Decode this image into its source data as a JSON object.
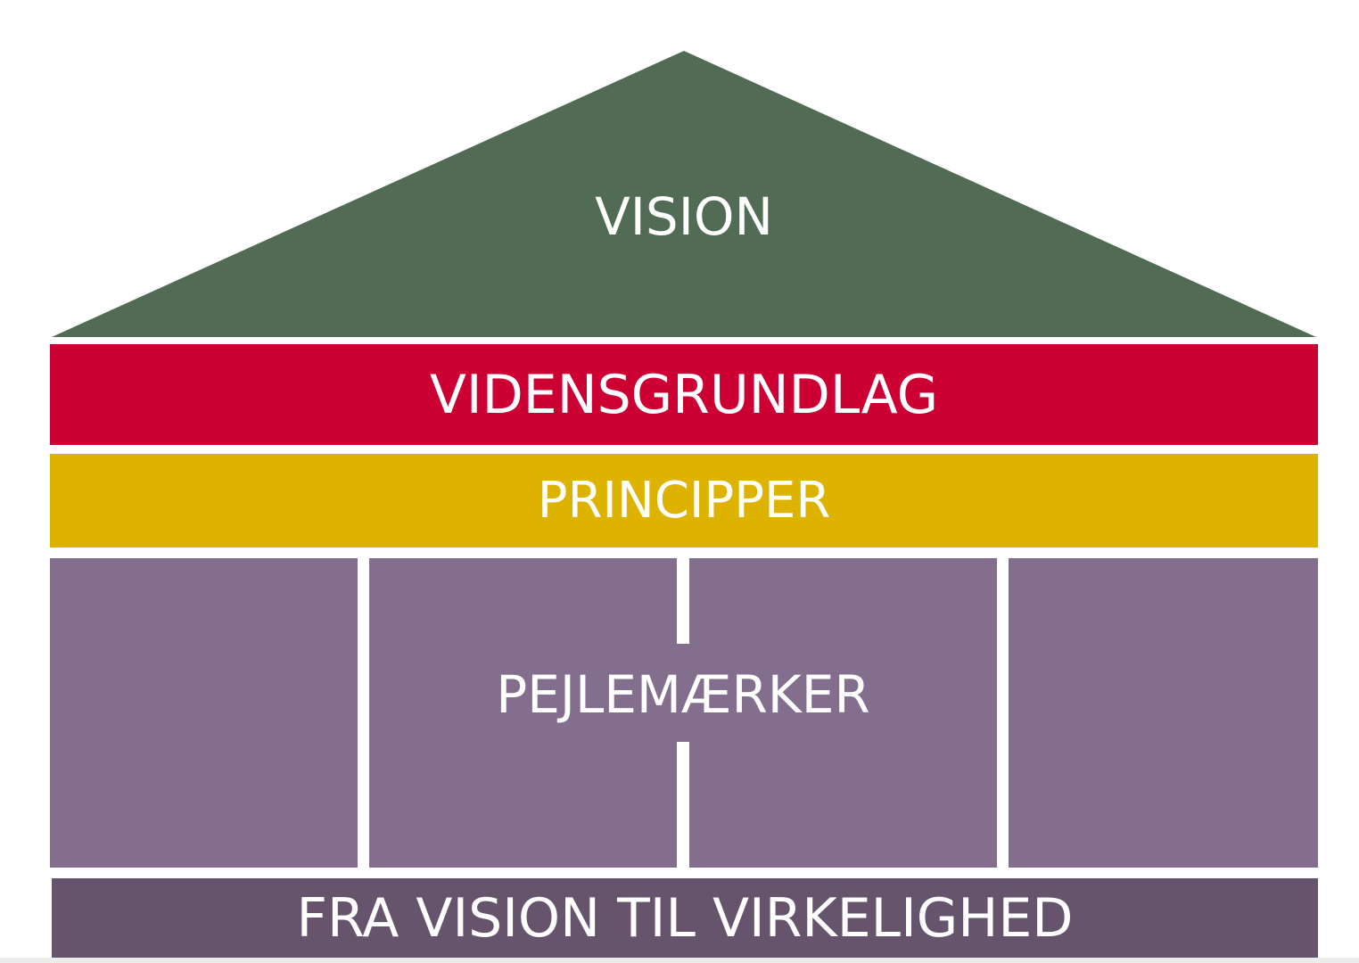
{
  "house": {
    "roof": {
      "label": "VISION",
      "color": "#526b55"
    },
    "knowledge_band": {
      "label": "VIDENSGRUNDLAG",
      "color": "#cc0033"
    },
    "principles_band": {
      "label": "PRINCIPPER",
      "color": "#deb300"
    },
    "pillars": {
      "label": "PEJLEMÆRKER",
      "color": "#836f8d",
      "count": 4
    },
    "foundation": {
      "label": "FRA VISION TIL VIRKELIGHED",
      "color": "#66546d"
    }
  }
}
